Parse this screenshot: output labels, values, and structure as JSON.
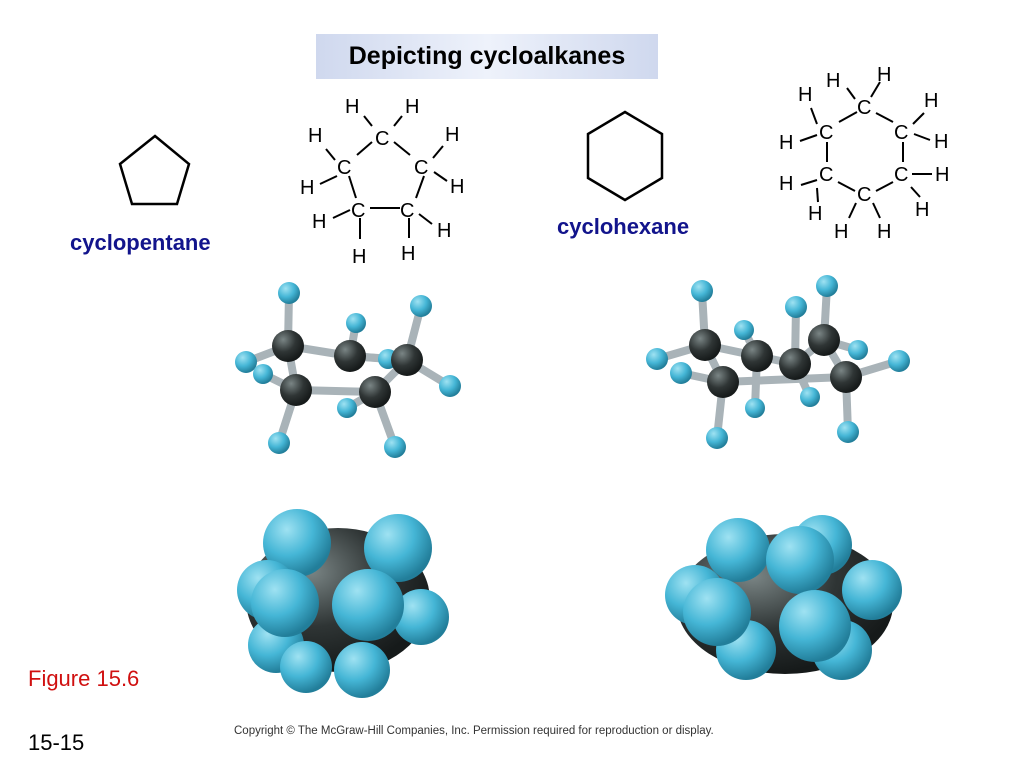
{
  "title": "Depicting cycloalkanes",
  "labels": {
    "cyclopentane": "cyclopentane",
    "cyclohexane": "cyclohexane"
  },
  "atoms": {
    "carbon": "C",
    "hydrogen": "H"
  },
  "figure_caption": "Figure 15.6",
  "slide_number": "15-15",
  "copyright": "Copyright © The McGraw-Hill Companies, Inc. Permission required for reproduction or display.",
  "colors": {
    "title_background": "#dde4f5",
    "label_text": "#12148c",
    "figure_caption": "#d01010",
    "carbon_atom": "#2f3535",
    "hydrogen_atom": "#45b6d6",
    "bond": "#a9b3b8"
  },
  "icons": [
    "pentagon-skeletal-structure",
    "hexagon-skeletal-structure"
  ]
}
